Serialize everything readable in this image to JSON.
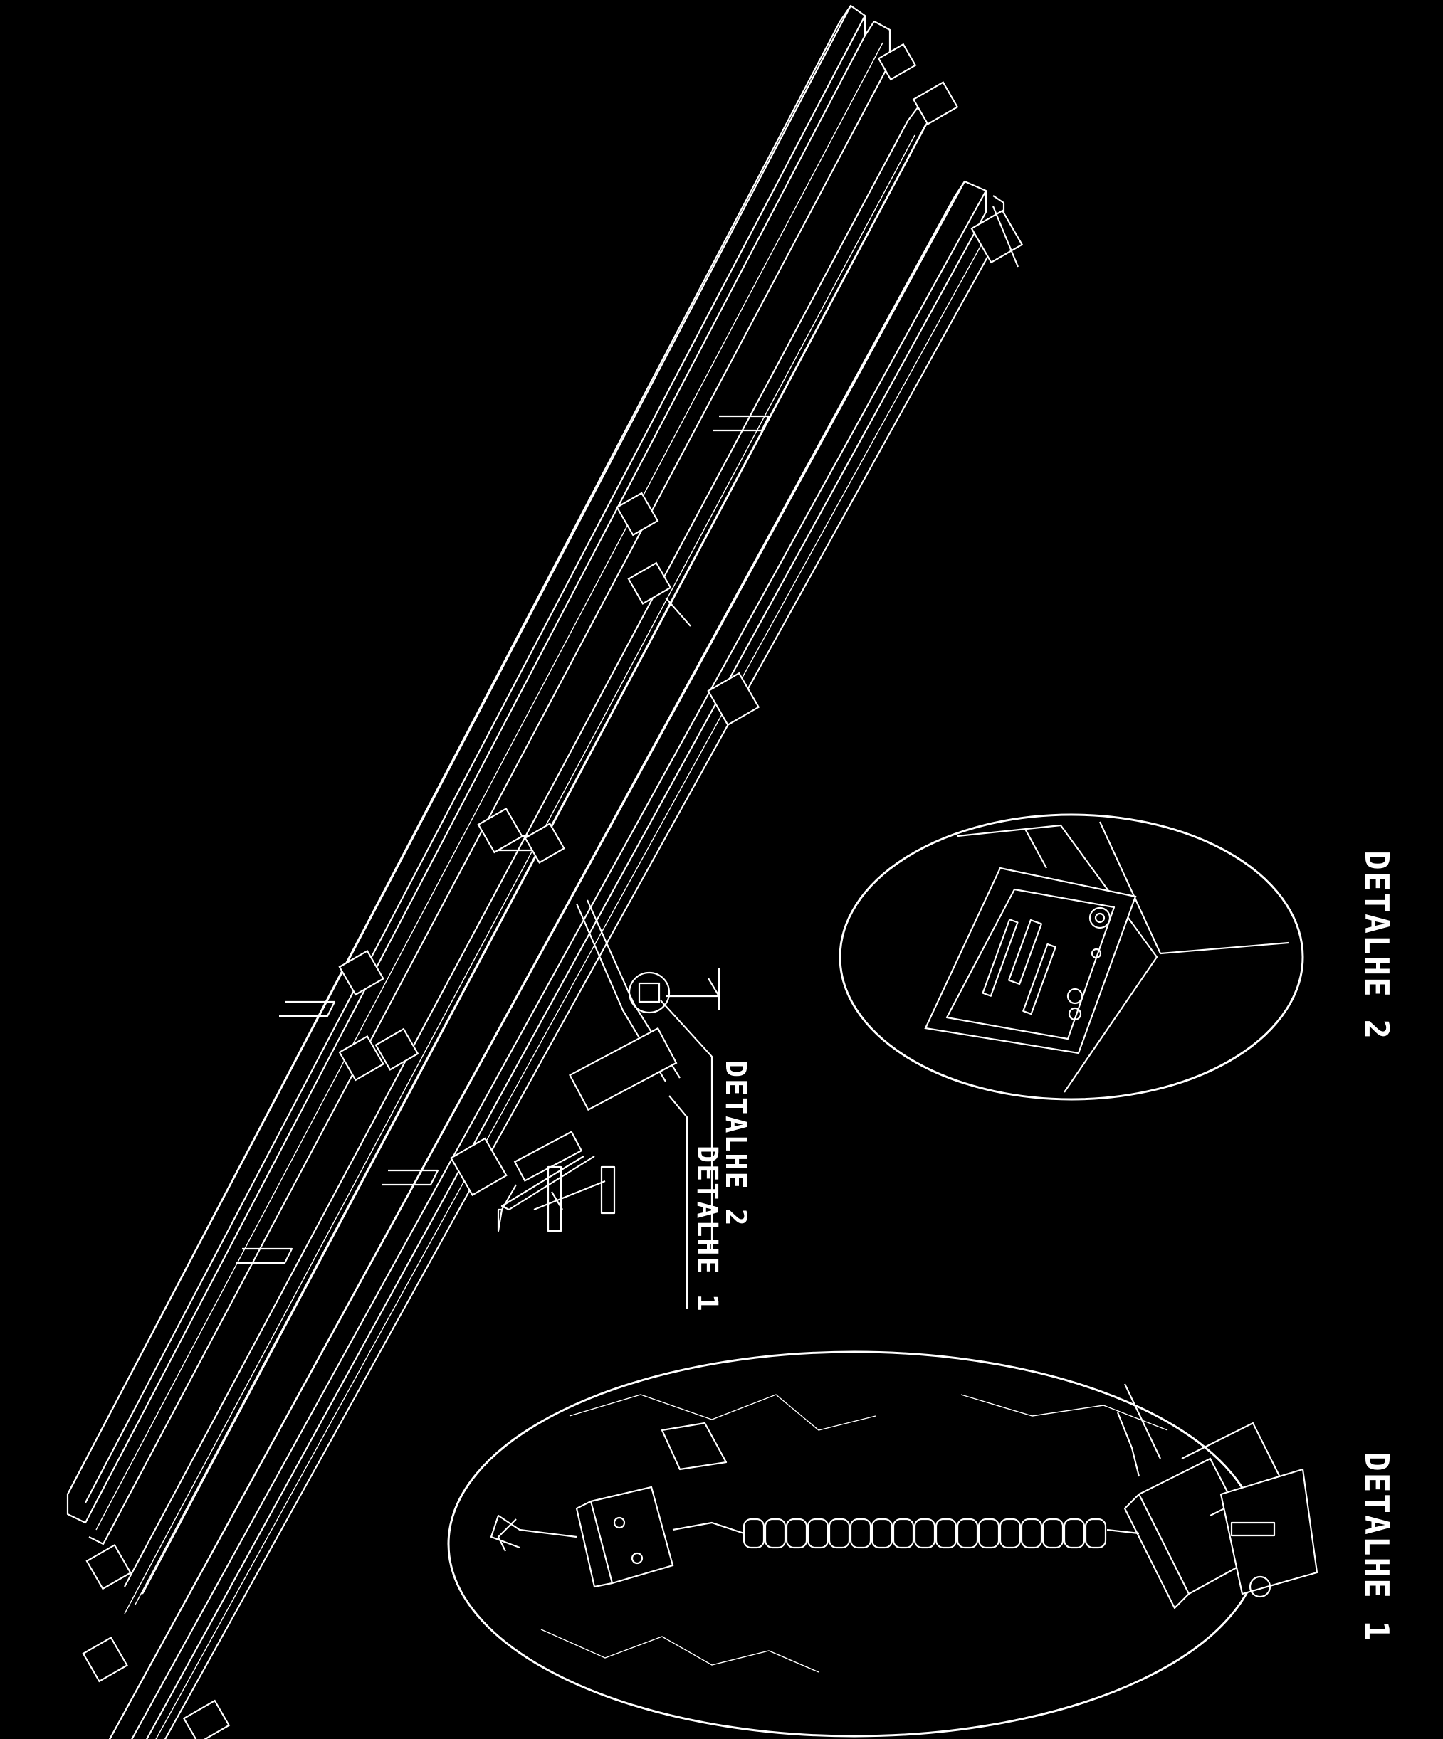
{
  "drawing": {
    "background": "#000000",
    "line_color": "#ffffff"
  },
  "labels": {
    "callout_detail_1": "DETALHE 1",
    "callout_detail_2": "DETALHE 2",
    "inset_detail_1": "DETALHE 1",
    "inset_detail_2": "DETALHE 2"
  }
}
